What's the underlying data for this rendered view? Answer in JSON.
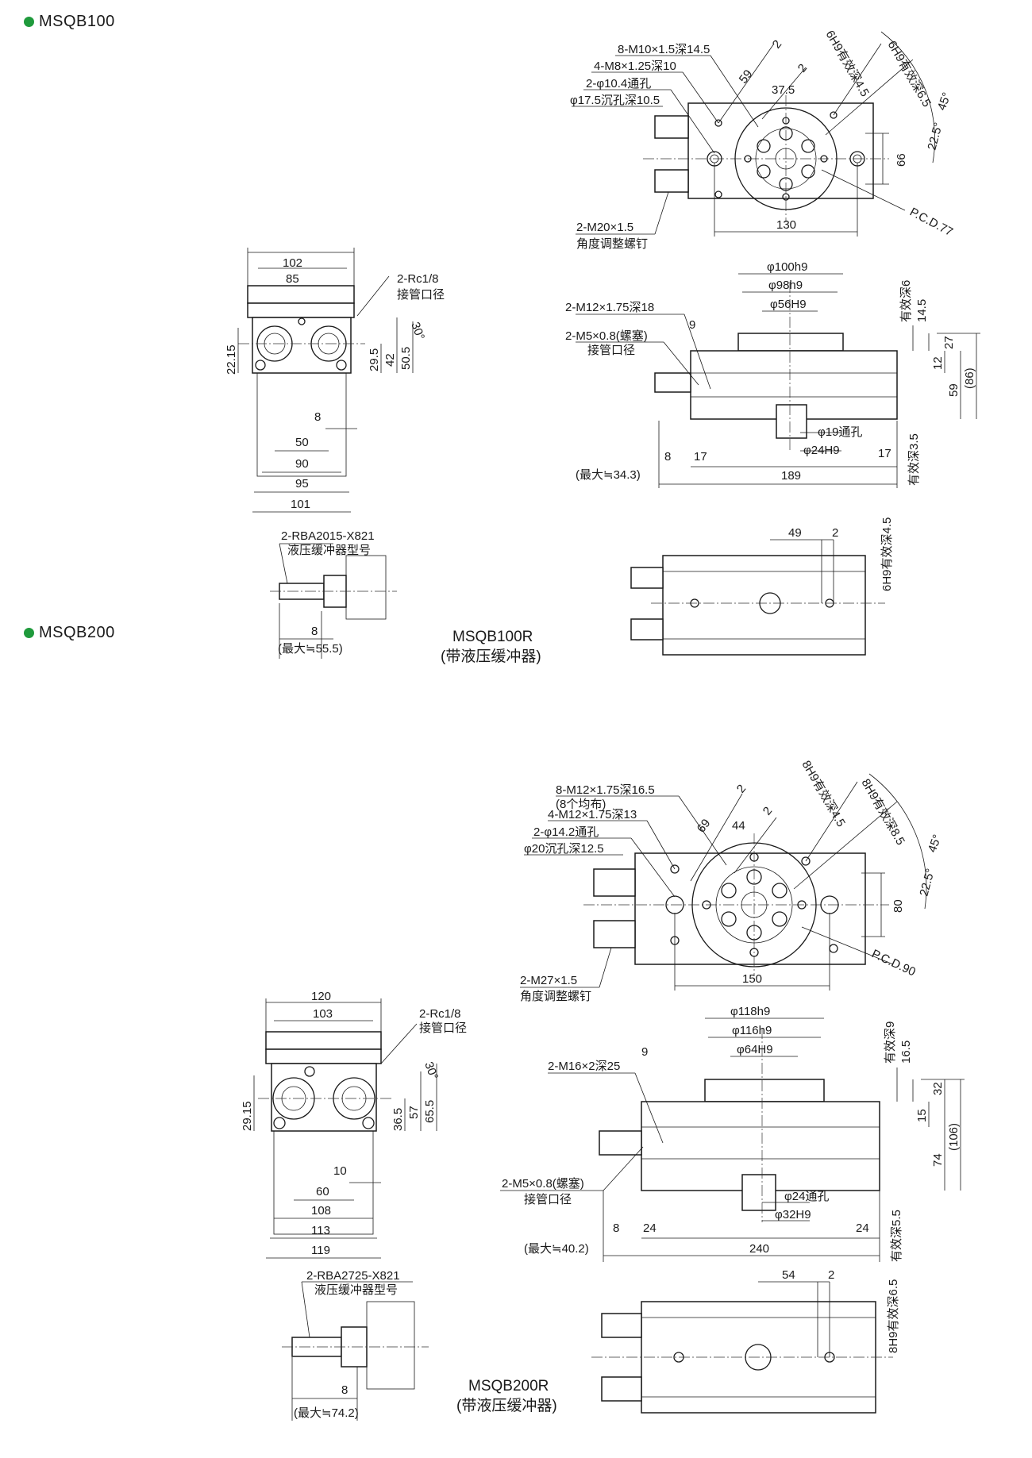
{
  "sections": [
    {
      "title": "MSQB100",
      "model_label": "MSQB100R",
      "model_sub": "(带液压缓冲器)"
    },
    {
      "title": "MSQB200",
      "model_label": "MSQB200R",
      "model_sub": "(带液压缓冲器)"
    }
  ],
  "s100": {
    "top": {
      "note1": "8-M10×1.5深14.5",
      "note2": "4-M8×1.25深10",
      "note3": "2-φ10.4通孔",
      "note4": "φ17.5沉孔深10.5",
      "d59": "59",
      "d2a": "2",
      "d375": "37.5",
      "d2b": "2",
      "fit1": "6H9有效深4.5",
      "fit2": "6H9有效深6.5",
      "a45": "45°",
      "a225": "22.5°",
      "d66": "66",
      "pcd": "P.C.D.77",
      "adj1": "2-M20×1.5",
      "adj2": "角度调整螺钉",
      "d130": "130"
    },
    "front": {
      "d102": "102",
      "d85": "85",
      "rc1": "2-Rc1/8",
      "rc2": "接管口径",
      "a30": "30°",
      "d2215": "22.15",
      "d295": "29.5",
      "d42": "42",
      "d505": "50.5",
      "d8": "8",
      "d50": "50",
      "d90": "90",
      "d95": "95",
      "d101": "101"
    },
    "side": {
      "d100": "φ100h9",
      "d98": "φ98h9",
      "d56": "φ56H9",
      "m12": "2-M12×1.75深18",
      "m5a": "2-M5×0.8(螺塞)",
      "m5b": "接管口径",
      "d9": "9",
      "eff6": "有效深6",
      "d145": "14.5",
      "d27": "27",
      "d12": "12",
      "d59": "59",
      "d86": "(86)",
      "d19": "φ19通孔",
      "d24": "φ24H9",
      "d8": "8",
      "d17a": "17",
      "d17b": "17",
      "max": "(最大≒34.3)",
      "d189": "189",
      "eff35": "有效深3.5"
    },
    "buffer": {
      "rba1": "2-RBA2015-X821",
      "rba2": "液压缓冲器型号",
      "d8": "8",
      "max": "(最大≒55.5)"
    },
    "bottom": {
      "d49": "49",
      "d2": "2",
      "fit": "6H9有效深4.5"
    }
  },
  "s200": {
    "top": {
      "note1": "8-M12×1.75深16.5",
      "note1b": "(8个均布)",
      "note2": "4-M12×1.75深13",
      "note3": "2-φ14.2通孔",
      "note4": "φ20沉孔深12.5",
      "d69": "69",
      "d2a": "2",
      "d44": "44",
      "d2b": "2",
      "fit1": "8H9有效深4.5",
      "fit2": "8H9有效深8.5",
      "a45": "45°",
      "a225": "22.5°",
      "d80": "80",
      "pcd": "P.C.D.90",
      "adj1": "2-M27×1.5",
      "adj2": "角度调整螺钉",
      "d150": "150"
    },
    "front": {
      "d120": "120",
      "d103": "103",
      "rc1": "2-Rc1/8",
      "rc2": "接管口径",
      "a30": "30°",
      "d2915": "29.15",
      "d365": "36.5",
      "d57": "57",
      "d655": "65.5",
      "d10": "10",
      "d60": "60",
      "d108": "108",
      "d113": "113",
      "d119": "119"
    },
    "side": {
      "d118": "φ118h9",
      "d116": "φ116h9",
      "d64": "φ64H9",
      "m16": "2-M16×2深25",
      "d9": "9",
      "eff9": "有效深9",
      "d165": "16.5",
      "d32": "32",
      "d15": "15",
      "d74": "74",
      "d106": "(106)",
      "m5a": "2-M5×0.8(螺塞)",
      "m5b": "接管口径",
      "d24h": "φ24通孔",
      "d32h": "φ32H9",
      "d8": "8",
      "d24a": "24",
      "d24b": "24",
      "max": "(最大≒40.2)",
      "d240": "240",
      "eff55": "有效深5.5"
    },
    "buffer": {
      "rba1": "2-RBA2725-X821",
      "rba2": "液压缓冲器型号",
      "d8": "8",
      "max": "(最大≒74.2)"
    },
    "bottom": {
      "d54": "54",
      "d2": "2",
      "fit": "8H9有效深6.5"
    }
  }
}
